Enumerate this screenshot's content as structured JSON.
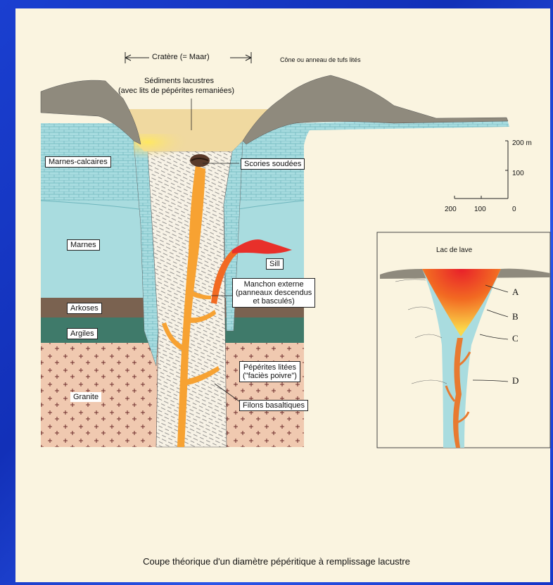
{
  "diagram": {
    "header": {
      "crater_label": "Cratère (= Maar)",
      "cone_label": "Cône ou anneau de tufs lités",
      "lake_sediments_line1": "Sédiments lacustres",
      "lake_sediments_line2": "(avec lits de pépérites remaniées)"
    },
    "layers": {
      "marnes_calcaires": "Marnes-calcaires",
      "marnes": "Marnes",
      "arkoses": "Arkoses",
      "argiles": "Argiles",
      "granite": "Granite"
    },
    "features": {
      "scories": "Scories soudées",
      "sill": "Sill",
      "manchon_line1": "Manchon externe",
      "manchon_line2": "(panneaux descendus",
      "manchon_line3": "et basculés)",
      "peperites_line1": "Pépérites litées",
      "peperites_line2": "(\"faciès poivre\")",
      "filons": "Filons basaltiques"
    },
    "scale": {
      "v200": "200 m",
      "v100": "100",
      "h200": "200",
      "h100": "100",
      "h0": "0"
    },
    "inset": {
      "title": "Lac de lave",
      "a": "A",
      "b": "B",
      "c": "C",
      "d": "D"
    },
    "caption": "Coupe théorique d'un diamètre pépéritique à remplissage lacustre"
  },
  "colors": {
    "limestone": "#a8dce0",
    "marnes": "#a9dcdf",
    "arkoses": "#7a6250",
    "argiles": "#3f7a6a",
    "granite": "#f0c9b0",
    "sediments": "#f0d9a0",
    "tuff": "#8f8a7d",
    "lava": "#f7a232"
  }
}
